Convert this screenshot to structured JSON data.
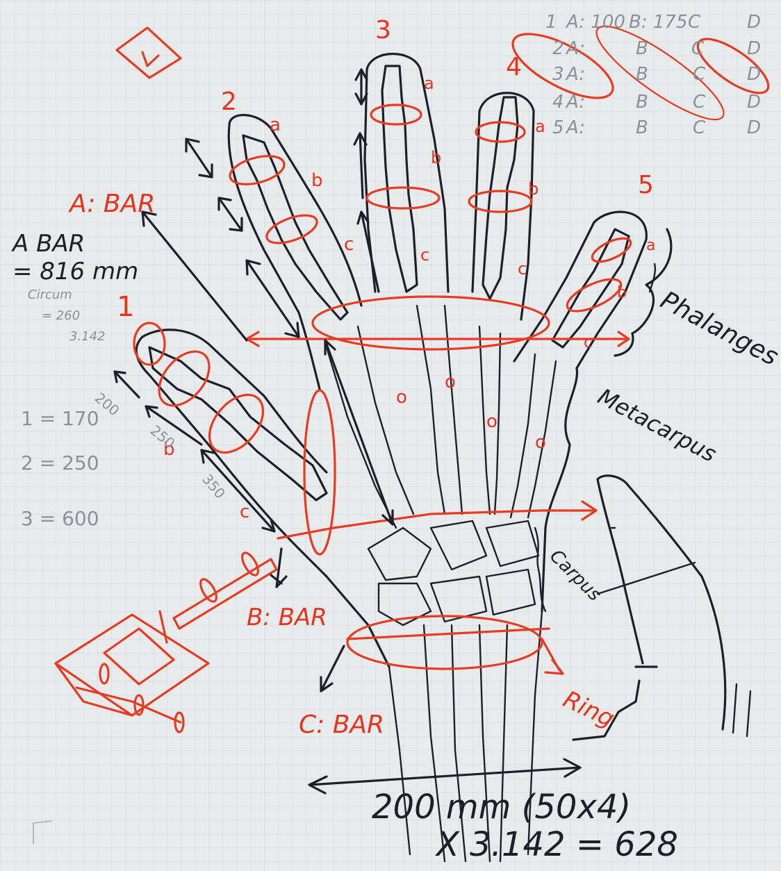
{
  "red_labels": {
    "a_bar": "A: BAR",
    "b_bar": "B: BAR",
    "c_bar": "C: BAR",
    "ring": "Ring",
    "thumb_number": "1",
    "finger_2": "2",
    "finger_3": "3",
    "finger_4": "4",
    "finger_5": "5",
    "joint_a": "a",
    "joint_b": "b",
    "joint_c": "c",
    "joint_o": "o"
  },
  "black_labels": {
    "a_bar_line1": "A BAR",
    "a_bar_line2": "= 816 mm",
    "phalanges": "Phalanges",
    "metacarpus": "Metacarpus",
    "carpus": "Carpus",
    "bottom_line1": "200 mm (50x4)",
    "bottom_line2": "X 3.142 = 628"
  },
  "grey_notes": {
    "measure_1": "1 = 170",
    "measure_2": "2 = 250",
    "measure_3": "3 = 600",
    "circum_line1": "Circum",
    "circum_line2": "= 260",
    "circum_line3": "3.142",
    "thumb_dim_a": "200",
    "thumb_dim_b": "250",
    "thumb_dim_c": "350"
  },
  "table": {
    "rows": [
      {
        "num": "1",
        "a": "A: 100",
        "b": "B: 175",
        "c": "C",
        "d": "D"
      },
      {
        "num": "2",
        "a": "A:",
        "b": "B",
        "c": "C",
        "d": "D"
      },
      {
        "num": "3",
        "a": "A:",
        "b": "B",
        "c": "C",
        "d": "D"
      },
      {
        "num": "4",
        "a": "A:",
        "b": "B",
        "c": "C",
        "d": "D"
      },
      {
        "num": "5",
        "a": "A:",
        "b": "B",
        "c": "C",
        "d": "D"
      }
    ]
  },
  "colors": {
    "red_ink": "#ea3a22",
    "black_ink": "#1d2029",
    "paper": "#e8ebec",
    "pencil": "#8c9098"
  }
}
